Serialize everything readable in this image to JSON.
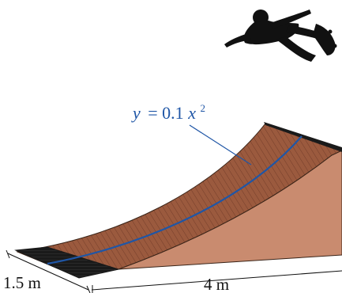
{
  "figure": {
    "equation": {
      "lhs": "y",
      "eq": "= 0.1",
      "var": "x",
      "exp": "2"
    },
    "dimensions": {
      "width_label": "1.5 m",
      "length_label": "4 m"
    },
    "colors": {
      "ramp_surface": "#9b5a3e",
      "ramp_side": "#c98b6f",
      "curve": "#1f56a6",
      "silhouette": "#111111",
      "coping": "#1a1a1a"
    },
    "icons": [
      "skateboarder-silhouette-icon"
    ]
  }
}
